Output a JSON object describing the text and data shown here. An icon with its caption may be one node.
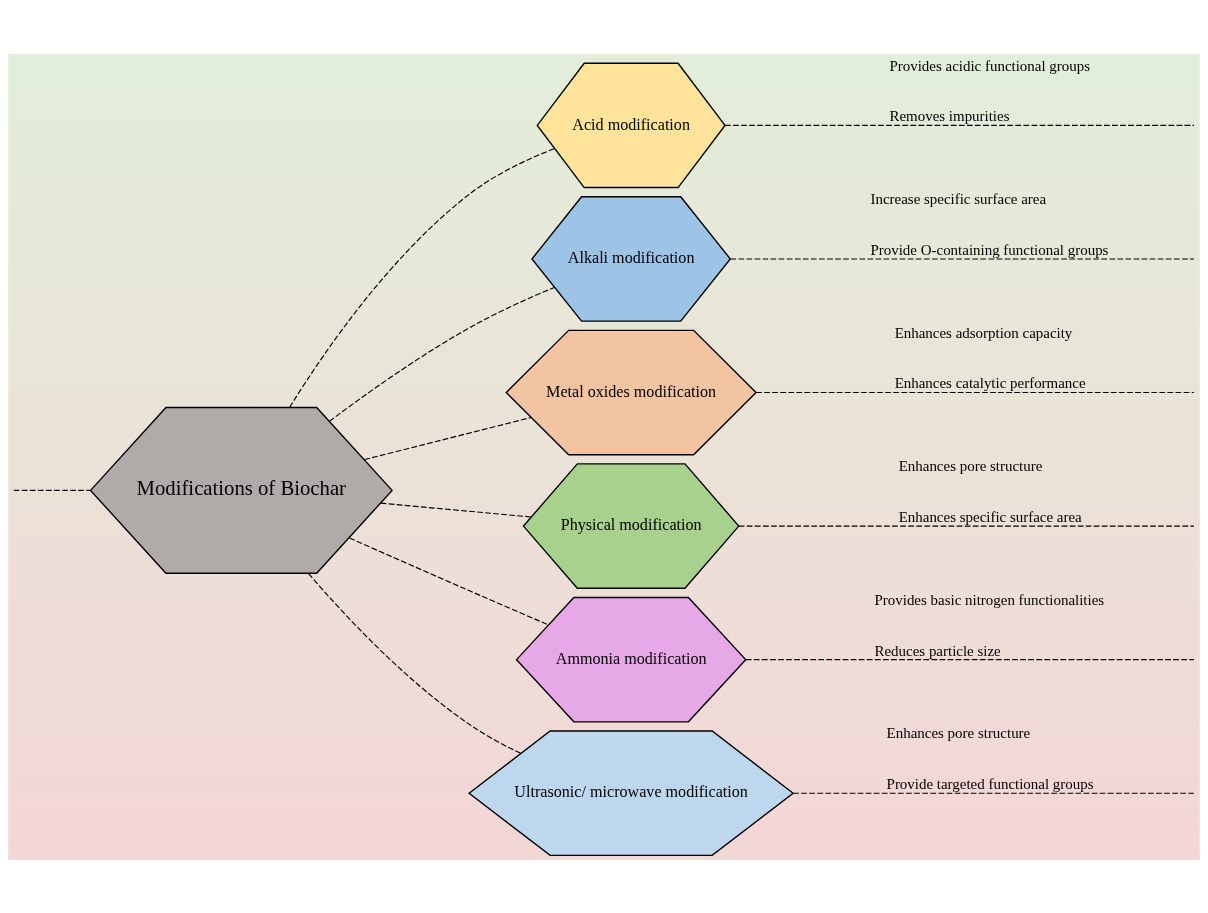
{
  "diagram": {
    "nodes": [
      {
        "text": [
          "Modifications of Biochar"
        ]
      },
      {
        "text": [
          "Acid modification"
        ],
        "beside": [
          "Provides acidic functional groups",
          "Removes impurities"
        ]
      },
      {
        "text": [
          "Alkali modification"
        ],
        "beside": [
          "Increase specific surface area",
          "Provide O-containing functional groups"
        ]
      },
      {
        "text": [
          "Metal oxides modification"
        ],
        "beside": [
          "Enhances adsorption capacity",
          "Enhances catalytic performance"
        ]
      },
      {
        "text": [
          "Physical modification"
        ],
        "beside": [
          "Enhances pore structure",
          "Enhances specific surface area"
        ]
      },
      {
        "text": [
          "Ammonia modification"
        ],
        "beside": [
          "Provides basic nitrogen functionalities",
          "Reduces particle size"
        ]
      },
      {
        "text": [
          "Ultrasonic/ microwave modification"
        ],
        "beside": [
          "Enhances pore structure",
          "Provide targeted functional groups"
        ]
      }
    ],
    "edges": [
      {
        "from": null,
        "to": 0,
        "arrow": "none",
        "style": "dashed"
      },
      {
        "from": 0,
        "to": 1,
        "arrow": "none",
        "style": "dashed"
      },
      {
        "from": 0,
        "to": 2,
        "arrow": "none",
        "style": "dashed"
      },
      {
        "from": 0,
        "to": 3,
        "arrow": "none",
        "style": "dashed"
      },
      {
        "from": 0,
        "to": 4,
        "arrow": "none",
        "style": "dashed"
      },
      {
        "from": 0,
        "to": 5,
        "arrow": "none",
        "style": "dashed"
      },
      {
        "from": 0,
        "to": 6,
        "arrow": "none",
        "style": "dashed"
      },
      {
        "from": 1,
        "to": null,
        "arrow": "none",
        "style": "dashed"
      },
      {
        "from": 2,
        "to": null,
        "arrow": "none",
        "style": "dashed"
      },
      {
        "from": 3,
        "to": null,
        "arrow": "none",
        "style": "dashed"
      },
      {
        "from": 4,
        "to": null,
        "arrow": "none",
        "style": "dashed"
      },
      {
        "from": 5,
        "to": null,
        "arrow": "none",
        "style": "dashed"
      },
      {
        "from": 6,
        "to": null,
        "arrow": "none",
        "style": "dashed"
      }
    ]
  }
}
